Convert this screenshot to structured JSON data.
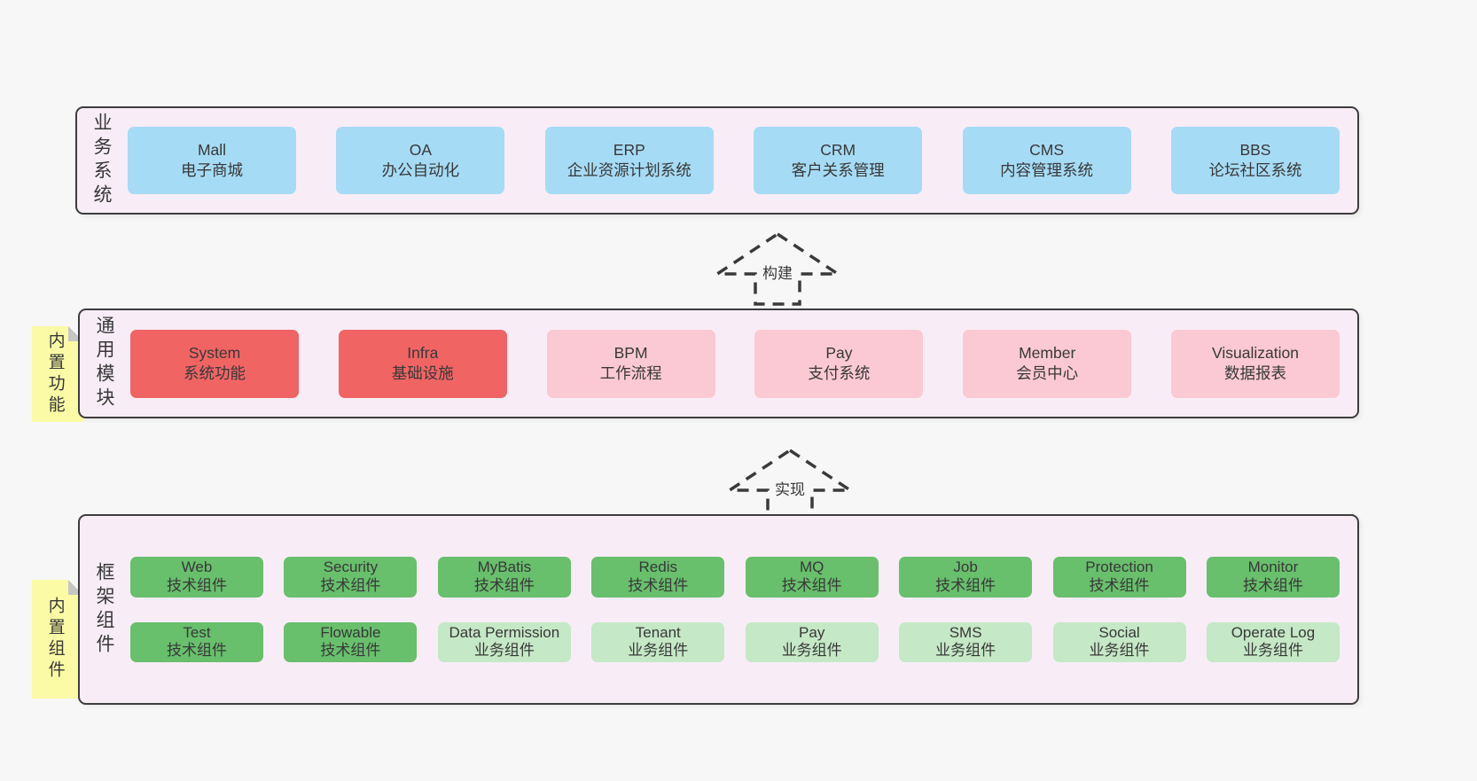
{
  "colors": {
    "page_bg": "#f7f7f7",
    "container_bg": "#f8edf6",
    "container_border": "#3d3d3d",
    "text": "#383838",
    "blue": "#a6dbf5",
    "red": "#f16464",
    "pink": "#fbc9d3",
    "green": "#68bf6c",
    "light_green": "#c5e8c6",
    "note_bg": "#fbfba6",
    "note_fold": "#c6c6c6"
  },
  "arrows": [
    {
      "label": "构建"
    },
    {
      "label": "实现"
    }
  ],
  "notes": {
    "functions": "内置功能",
    "components": "内置组件"
  },
  "sections": {
    "business": {
      "label": "业务系统",
      "boxes": [
        {
          "title": "Mall",
          "subtitle": "电子商城",
          "color": "blue"
        },
        {
          "title": "OA",
          "subtitle": "办公自动化",
          "color": "blue"
        },
        {
          "title": "ERP",
          "subtitle": "企业资源计划系统",
          "color": "blue"
        },
        {
          "title": "CRM",
          "subtitle": "客户关系管理",
          "color": "blue"
        },
        {
          "title": "CMS",
          "subtitle": "内容管理系统",
          "color": "blue"
        },
        {
          "title": "BBS",
          "subtitle": "论坛社区系统",
          "color": "blue"
        }
      ]
    },
    "modules": {
      "label": "通用模块",
      "boxes": [
        {
          "title": "System",
          "subtitle": "系统功能",
          "color": "red"
        },
        {
          "title": "Infra",
          "subtitle": "基础设施",
          "color": "red"
        },
        {
          "title": "BPM",
          "subtitle": "工作流程",
          "color": "pink"
        },
        {
          "title": "Pay",
          "subtitle": "支付系统",
          "color": "pink"
        },
        {
          "title": "Member",
          "subtitle": "会员中心",
          "color": "pink"
        },
        {
          "title": "Visualization",
          "subtitle": "数据报表",
          "color": "pink"
        }
      ]
    },
    "components": {
      "label": "框架组件",
      "row1": [
        {
          "title": "Web",
          "subtitle": "技术组件",
          "color": "green"
        },
        {
          "title": "Security",
          "subtitle": "技术组件",
          "color": "green"
        },
        {
          "title": "MyBatis",
          "subtitle": "技术组件",
          "color": "green"
        },
        {
          "title": "Redis",
          "subtitle": "技术组件",
          "color": "green"
        },
        {
          "title": "MQ",
          "subtitle": "技术组件",
          "color": "green"
        },
        {
          "title": "Job",
          "subtitle": "技术组件",
          "color": "green"
        },
        {
          "title": "Protection",
          "subtitle": "技术组件",
          "color": "green"
        },
        {
          "title": "Monitor",
          "subtitle": "技术组件",
          "color": "green"
        }
      ],
      "row2": [
        {
          "title": "Test",
          "subtitle": "技术组件",
          "color": "green"
        },
        {
          "title": "Flowable",
          "subtitle": "技术组件",
          "color": "green"
        },
        {
          "title": "Data Permission",
          "subtitle": "业务组件",
          "color": "light_green"
        },
        {
          "title": "Tenant",
          "subtitle": "业务组件",
          "color": "light_green"
        },
        {
          "title": "Pay",
          "subtitle": "业务组件",
          "color": "light_green"
        },
        {
          "title": "SMS",
          "subtitle": "业务组件",
          "color": "light_green"
        },
        {
          "title": "Social",
          "subtitle": "业务组件",
          "color": "light_green"
        },
        {
          "title": "Operate Log",
          "subtitle": "业务组件",
          "color": "light_green"
        }
      ]
    }
  }
}
